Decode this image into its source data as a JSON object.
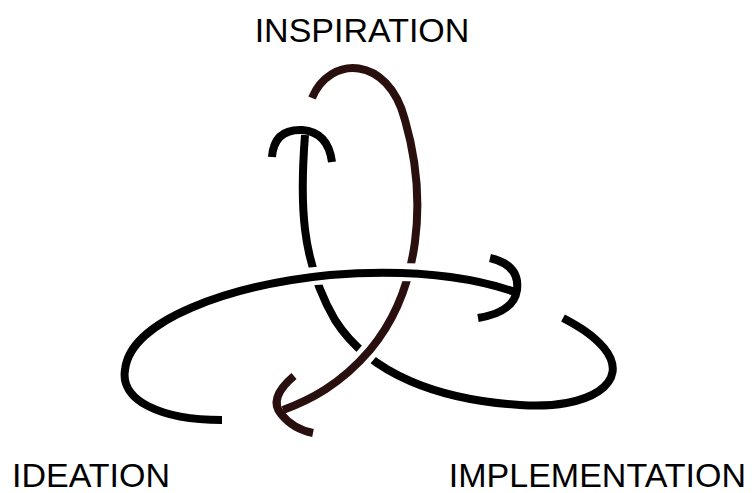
{
  "diagram": {
    "labels": [
      "INSPIRATION",
      "IDEATION",
      "IMPLEMENTATION"
    ]
  }
}
